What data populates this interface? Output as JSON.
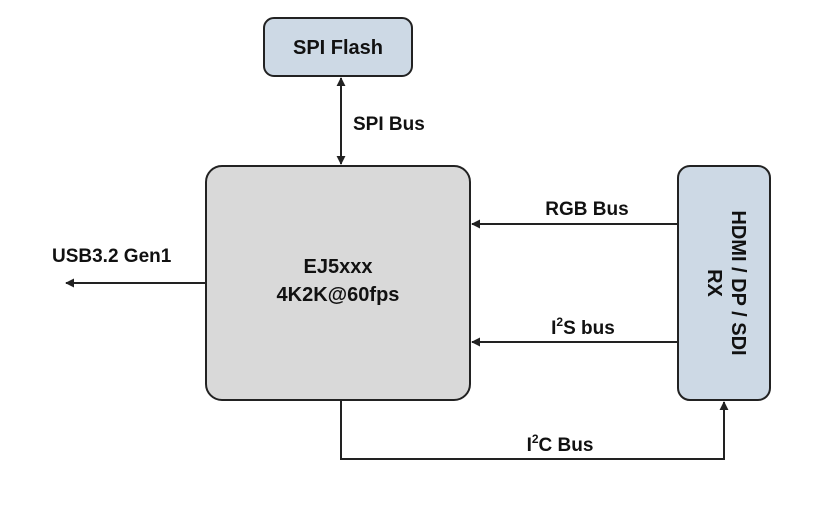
{
  "nodes": {
    "spi_flash": {
      "label": "SPI Flash",
      "fill": "#cdd9e5"
    },
    "main_chip": {
      "line1": "EJ5xxx",
      "line2": "4K2K@60fps",
      "fill": "#d9d9d9"
    },
    "receiver": {
      "line1": "HDMI / DP / SDI",
      "line2": "RX",
      "fill": "#cdd9e5"
    }
  },
  "edges": {
    "spi_bus": "SPI Bus",
    "rgb_bus": "RGB Bus",
    "i2s_bus": {
      "prefix": "I",
      "sup": "2",
      "suffix": "S bus"
    },
    "i2c_bus": {
      "prefix": "I",
      "sup": "2",
      "suffix": "C Bus"
    },
    "usb_out": "USB3.2 Gen1"
  },
  "colors": {
    "border": "#222222",
    "line": "#222222"
  }
}
